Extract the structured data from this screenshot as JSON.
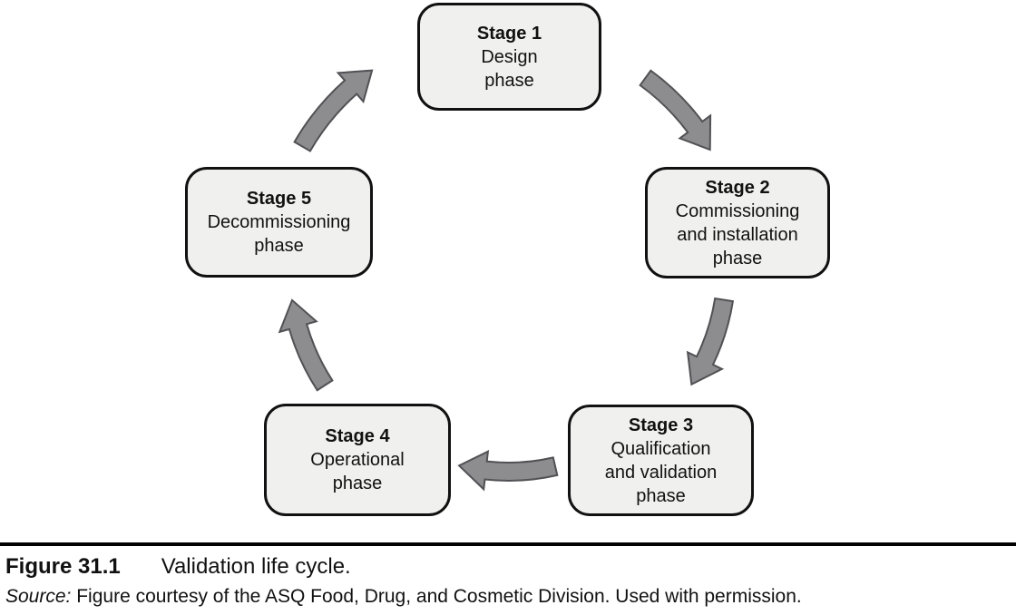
{
  "figure": {
    "caption_label": "Figure 31.1",
    "caption_title": "Validation life cycle.",
    "source_label": "Source:",
    "source_text": "Figure courtesy of the ASQ Food, Drug, and Cosmetic Division. Used with permission."
  },
  "stages": [
    {
      "title": "Stage 1",
      "subtitle": "Design\nphase"
    },
    {
      "title": "Stage 2",
      "subtitle": "Commissioning\nand installation\nphase"
    },
    {
      "title": "Stage 3",
      "subtitle": "Qualification\nand validation\nphase"
    },
    {
      "title": "Stage 4",
      "subtitle": "Operational\nphase"
    },
    {
      "title": "Stage 5",
      "subtitle": "Decommissioning\nphase"
    }
  ],
  "flow": [
    {
      "from": "Stage 1",
      "to": "Stage 2"
    },
    {
      "from": "Stage 2",
      "to": "Stage 3"
    },
    {
      "from": "Stage 3",
      "to": "Stage 4"
    },
    {
      "from": "Stage 4",
      "to": "Stage 5"
    },
    {
      "from": "Stage 5",
      "to": "Stage 1"
    }
  ],
  "colors": {
    "box_fill": "#f0f0ee",
    "box_border": "#111111",
    "arrow_fill": "#8d8d8f",
    "arrow_stroke": "#515155",
    "text": "#111111",
    "background": "#ffffff"
  }
}
